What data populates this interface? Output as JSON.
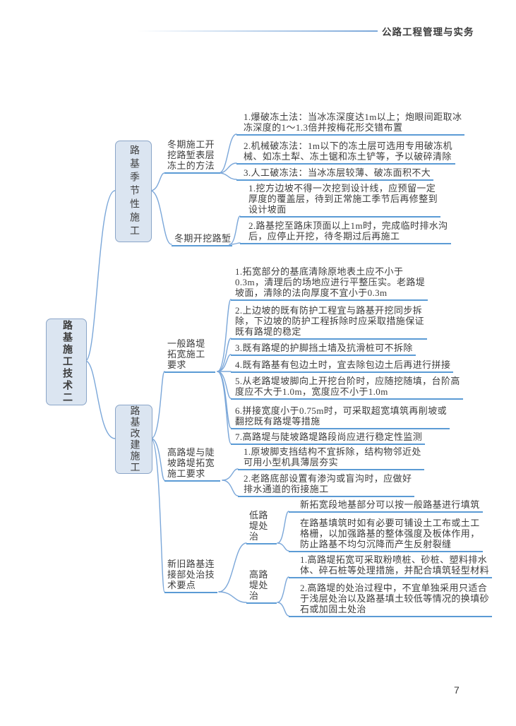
{
  "header": {
    "title": "公路工程管理与实务"
  },
  "page": {
    "number": "7"
  },
  "colors": {
    "node_fill": "#dbe5f1",
    "node_border": "#8aa5c8",
    "connector_line": "#7ba7d9",
    "leaf_underline": "#5b9bd5",
    "text": "#3d3d3d"
  },
  "mindmap": {
    "root": "路基施工技术二",
    "branches": [
      {
        "label": "路基季节性施工",
        "children": [
          {
            "label": "冬期施工开\n挖路堑表层\n冻土的方法",
            "leaves": [
              "1.爆破冻土法：当冰冻深度达1m以上；炮眼间距取冰\n冻深度的1～1.3倍并按梅花形交错布置",
              "2.机械破冻法：1m以下的冻土层可选用专用破冻机\n械、如冻土犁、冻土锯和冻土铲等，予以破碎清除",
              "3.人工破冻法：当冰冻层较薄、破冻面积不大"
            ]
          },
          {
            "label": "冬期开挖路堑",
            "leaves": [
              "1.挖方边坡不得一次挖到设计线，应预留一定\n厚度的覆盖层，待到正常施工季节后再修整到\n设计坡面",
              "2.路基挖至路床顶面以上1m时，完成临时排水沟\n后，应停止开挖，待冬期过后再施工"
            ]
          }
        ]
      },
      {
        "label": "路基改建施工",
        "children": [
          {
            "label": "一般路堤\n拓宽施工\n要求",
            "leaves": [
              "1.拓宽部分的基底清除原地表土应不小于\n0.3m，清理后的场地应进行平整压实。老路堤\n坡面，清除的法向厚度不宜小于0.3m",
              "2.上边坡的既有防护工程宜与路基开挖同步拆\n除，下边坡的防护工程拆除时应采取措施保证\n既有路堤的稳定",
              "3.既有路堤的护脚挡土墙及抗滑桩可不拆除",
              "4.既有路基有包边土时，宜去除包边土后再进行拼接",
              "5.从老路堤坡脚向上开挖台阶时，应随挖随填，台阶高\n度应不大于1.0m，宽度应不小于1.0m",
              "6.拼接宽度小于0.75m时，可采取超宽填筑再削坡或\n翻挖既有路堤等措施",
              "7.高路堤与陡坡路堤路段尚应进行稳定性监测"
            ]
          },
          {
            "label": "高路堤与陡\n坡路堤拓宽\n施工要求",
            "leaves": [
              "1.原坡脚支挡结构不宜拆除，结构物邻近处\n可用小型机具薄层夯实",
              "2.老路底部设置有渗沟或盲沟时，应做好\n排水通道的衔接施工"
            ]
          },
          {
            "label": "新旧路基连\n接部处治技\n术要点",
            "children": [
              {
                "label": "低路\n堤处\n治",
                "leaves": [
                  "新拓宽段地基部分可以按一般路基进行填筑",
                  "在路基填筑时如有必要可铺设土工布或土工\n格栅，以加强路基的整体强度及板体作用，\n防止路基不均匀沉降而产生反射裂缝"
                ]
              },
              {
                "label": "高路\n堤处\n治",
                "leaves": [
                  "1.高路堤拓宽可采取粉喷桩、砂桩、塑料排水\n体、碎石桩等处理措施，并配合填筑轻型材料",
                  "2.高路堤的处治过程中，不宜单独采用只适合\n于浅层处治以及路基填土较低等情况的换填砂\n石或加固土处治"
                ]
              }
            ]
          }
        ]
      }
    ]
  }
}
